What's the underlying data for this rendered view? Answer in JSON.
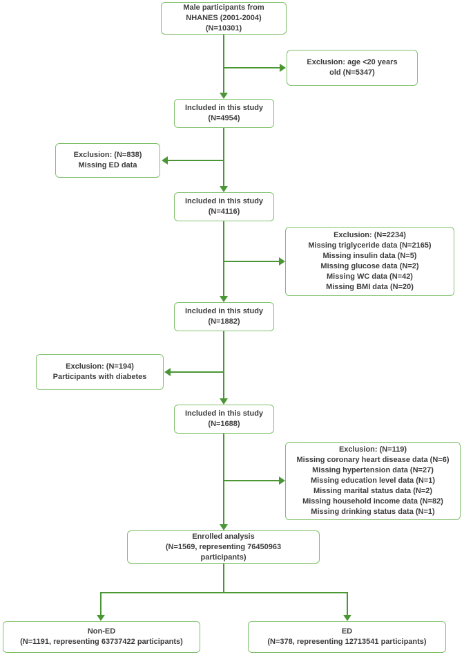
{
  "colors": {
    "line": "#4a9634",
    "border": "#7fbf69",
    "text": "#3c3c3c",
    "bg": "#ffffff"
  },
  "nodes": {
    "male": {
      "text": "Male participants from\nNHANES (2001-2004)\n(N=10301)"
    },
    "excl_age": {
      "text": "Exclusion: age <20 years\nold (N=5347)"
    },
    "inc_4954": {
      "text": "Included in this study\n(N=4954)"
    },
    "excl_ed_data": {
      "text": "Exclusion: (N=838)\nMissing ED data"
    },
    "inc_4116": {
      "text": "Included in this study\n(N=4116)"
    },
    "excl_lab": {
      "text": "Exclusion: (N=2234)\nMissing triglyceride data (N=2165)\nMissing insulin data (N=5)\nMissing glucose data (N=2)\nMissing WC data (N=42)\nMissing BMI data (N=20)"
    },
    "inc_1882": {
      "text": "Included in this study\n(N=1882)"
    },
    "excl_diabetes": {
      "text": "Exclusion: (N=194)\nParticipants with diabetes"
    },
    "inc_1688": {
      "text": "Included in this study\n(N=1688)"
    },
    "excl_covariates": {
      "text": "Exclusion: (N=119)\nMissing coronary heart disease data (N=6)\nMissing hypertension data (N=27)\nMissing education level data (N=1)\nMissing marital status data (N=2)\nMissing household income data (N=82)\nMissing drinking status data (N=1)"
    },
    "enrolled": {
      "text": "Enrolled analysis\n(N=1569, representing 76450963\nparticipants)"
    },
    "non_ed": {
      "text": "Non-ED\n(N=1191, representing 63737422 participants)"
    },
    "ed": {
      "text": "ED\n(N=378, representing 12713541 participants)"
    }
  }
}
